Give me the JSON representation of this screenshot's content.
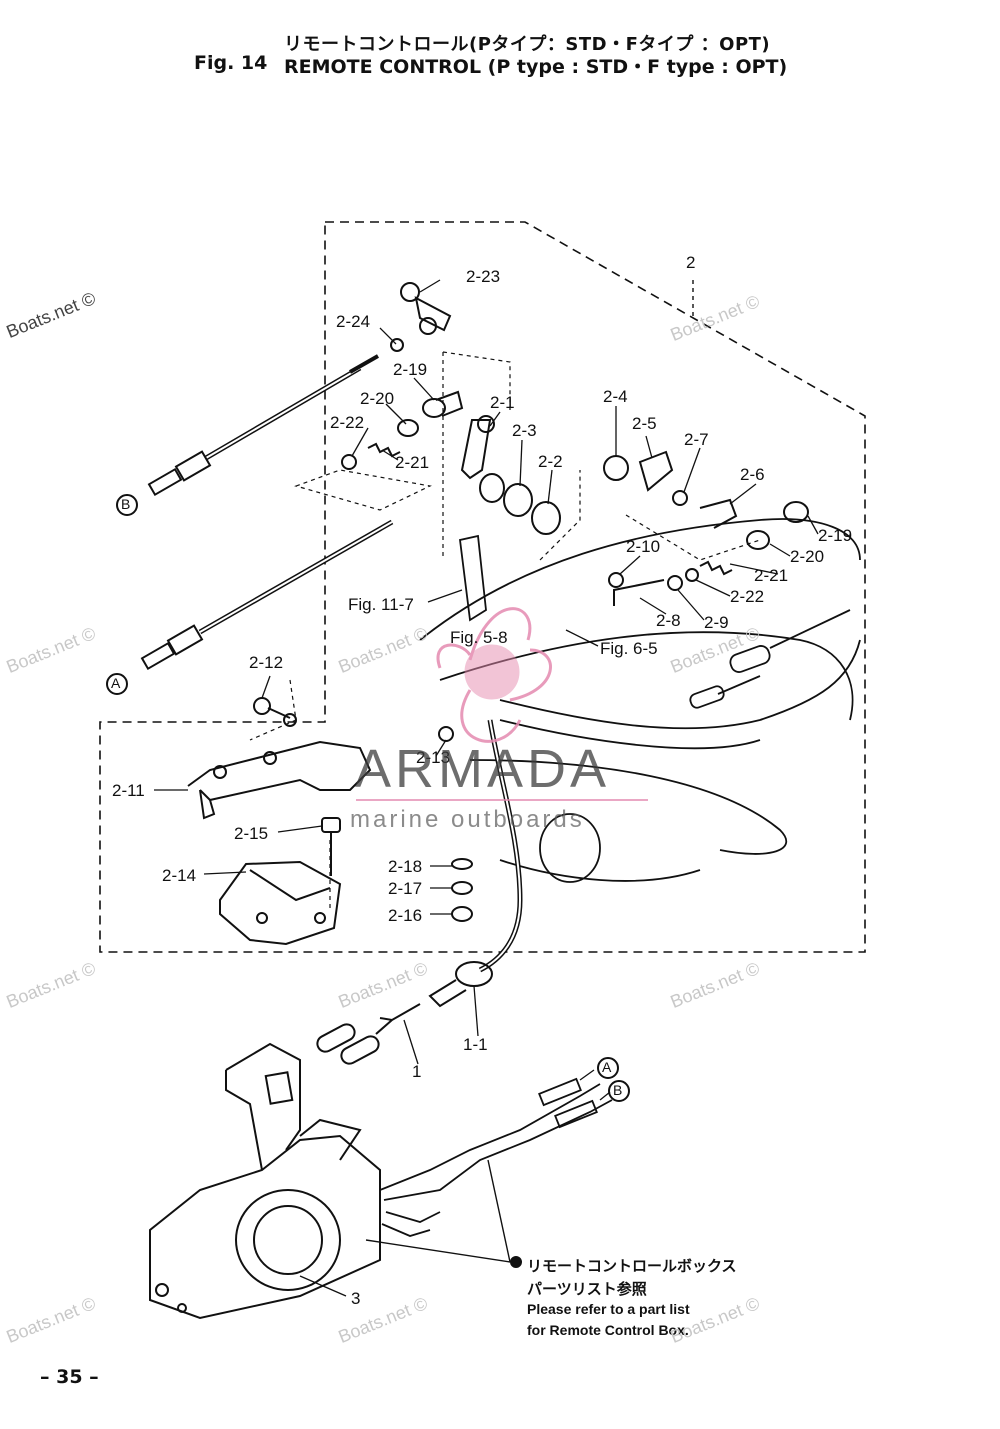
{
  "header": {
    "title_jp": "リモートコントロール(Pタイプ：STD・Fタイプ ：OPT)",
    "fig_no": "Fig. 14",
    "title_en": "REMOTE CONTROL (P type : STD・F type : OPT)"
  },
  "parts": {
    "p2": "2",
    "p2_1": "2-1",
    "p2_2": "2-2",
    "p2_3": "2-3",
    "p2_4": "2-4",
    "p2_5": "2-5",
    "p2_6": "2-6",
    "p2_7": "2-7",
    "p2_8": "2-8",
    "p2_9": "2-9",
    "p2_10": "2-10",
    "p2_11": "2-11",
    "p2_12": "2-12",
    "p2_13": "2-13",
    "p2_14": "2-14",
    "p2_15": "2-15",
    "p2_16": "2-16",
    "p2_17": "2-17",
    "p2_18": "2-18",
    "p2_19a": "2-19",
    "p2_19b": "2-19",
    "p2_20a": "2-20",
    "p2_20b": "2-20",
    "p2_21a": "2-21",
    "p2_21b": "2-21",
    "p2_22a": "2-22",
    "p2_22b": "2-22",
    "p2_23": "2-23",
    "p2_24": "2-24",
    "p1": "1",
    "p1_1": "1-1",
    "p3": "3"
  },
  "refs": {
    "fig11_7": "Fig. 11-7",
    "fig5_8": "Fig. 5-8",
    "fig6_5": "Fig. 6-5",
    "cable_a": "A",
    "cable_b": "B"
  },
  "note": {
    "jp_line1": "リモートコントロールボックス",
    "jp_line2": "パーツリスト参照",
    "en_line1": "Please refer to a part list",
    "en_line2": "for Remote Control Box."
  },
  "watermarks": {
    "boats": "Boats.net ©",
    "armada": "ARMADA",
    "armada_sub": "marine outboards"
  },
  "footer": {
    "page": "– 35 –"
  },
  "colors": {
    "line": "#111111",
    "watermark": "#c8c8c8",
    "logo_pink": "#e48ab0"
  }
}
